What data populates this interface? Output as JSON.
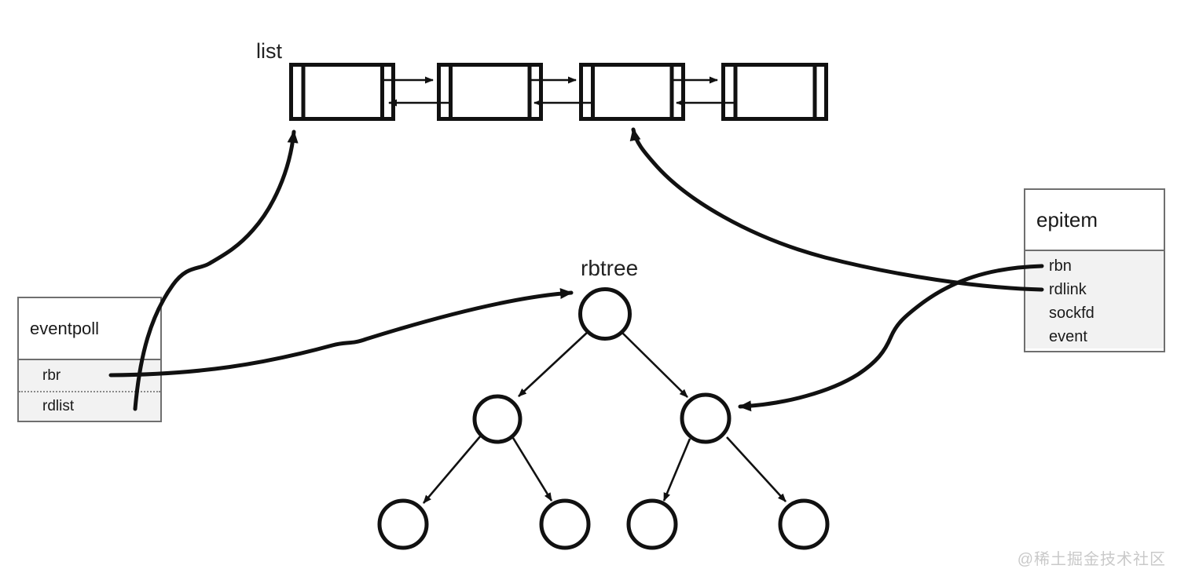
{
  "labels": {
    "list": "list",
    "rbtree": "rbtree"
  },
  "eventpoll": {
    "title": "eventpoll",
    "fields": [
      "rbr",
      "rdlist"
    ]
  },
  "epitem": {
    "title": "epitem",
    "fields": [
      "rbn",
      "rdlink",
      "sockfd",
      "event"
    ]
  },
  "watermark": "@稀土掘金技术社区",
  "colors": {
    "stroke": "#111111",
    "struct_border": "#6f6f6f",
    "struct_body_fill": "#f2f2f2",
    "text": "#1a1a1a",
    "watermark": "#c9c9c9"
  },
  "diagram": {
    "linked_list": {
      "label": "list",
      "type": "doubly-linked-list",
      "node_count": 4
    },
    "tree": {
      "label": "rbtree",
      "node_count": 7,
      "levels": [
        1,
        2,
        4
      ]
    },
    "connections": [
      {
        "from": "eventpoll.rbr",
        "to": "rbtree.root"
      },
      {
        "from": "eventpoll.rdlist",
        "to": "list.node-1"
      },
      {
        "from": "epitem.rdlink",
        "to": "list.node-3"
      },
      {
        "from": "epitem.rbn",
        "to": "rbtree.right-child"
      }
    ]
  }
}
